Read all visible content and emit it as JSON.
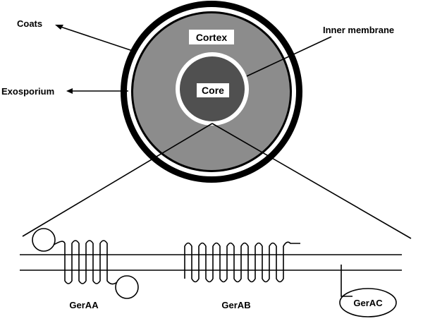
{
  "labels": {
    "coats": "Coats",
    "exosporium": "Exosporium",
    "cortex": "Cortex",
    "core": "Core",
    "inner_membrane": "Inner membrane",
    "geraa": "GerAA",
    "gerab": "GerAB",
    "gerac": "GerAC"
  },
  "colors": {
    "outer_ring": "#000000",
    "cortex_fill": "#8c8c8c",
    "core_fill": "#505050",
    "background": "#ffffff"
  }
}
